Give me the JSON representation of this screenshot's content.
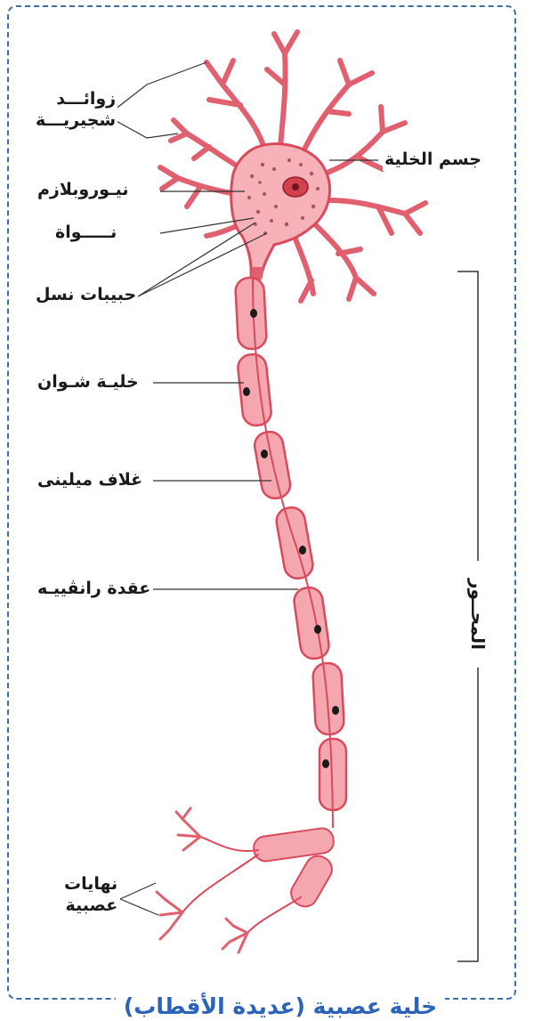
{
  "labels": {
    "dendrites_line1": "زوائـــد",
    "dendrites_line2": "شجيريـــة",
    "neuroplasm": "نيـوروبلازم",
    "nucleus": "نـــــواة",
    "nissl_granules": "حبيبات نسل",
    "schwann_cell": "خليـة شـوان",
    "myelin_sheath": "غلاف ميلينى",
    "node_of_ranvier": "عقدة رانڤييـه",
    "nerve_endings_line1": "نهايات",
    "nerve_endings_line2": "عصبية",
    "cell_body": "جسم الخلية",
    "axon": "المحــور"
  },
  "caption": "خلية عصبية (عديدة الأقطاب)",
  "colors": {
    "neuron_fill": "#f4a7ae",
    "neuron_stroke": "#d94a5c",
    "nucleus": "#c3303f",
    "frame": "#3c6fa8",
    "caption": "#2a63b8"
  }
}
